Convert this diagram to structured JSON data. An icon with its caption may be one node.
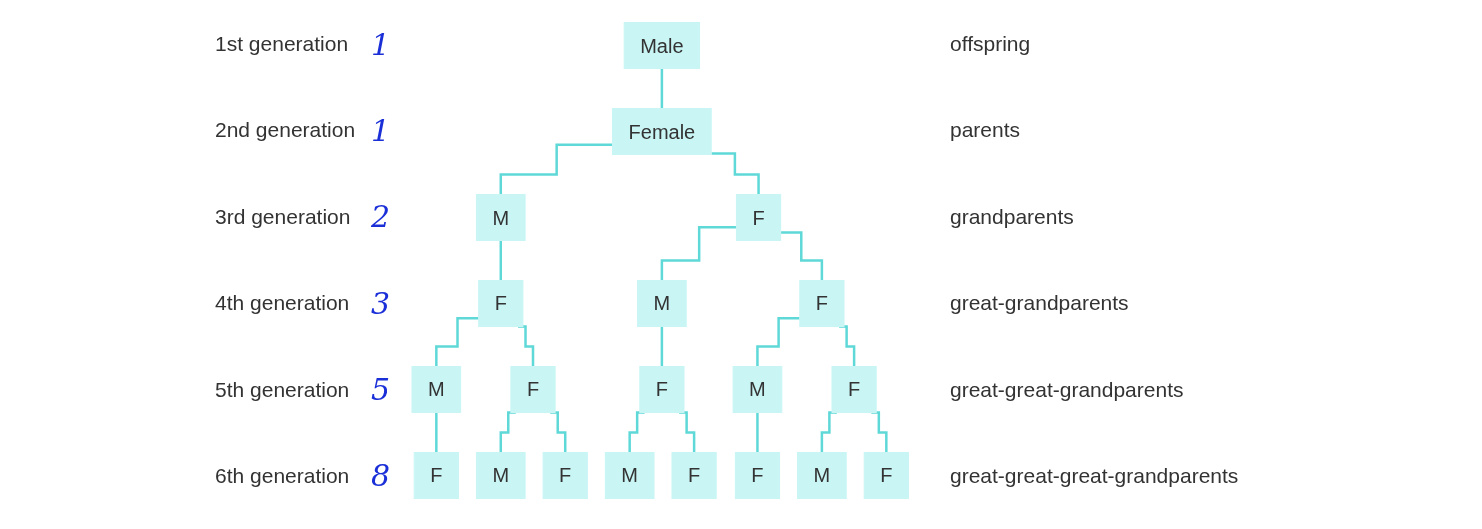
{
  "diagram": {
    "nodes": [
      {
        "text": [
          "Male"
        ]
      },
      {
        "text": [
          "Female"
        ]
      },
      {
        "text": [
          "M"
        ]
      },
      {
        "text": [
          "F"
        ]
      },
      {
        "text": [
          "F"
        ]
      },
      {
        "text": [
          "M"
        ]
      },
      {
        "text": [
          "F"
        ]
      },
      {
        "text": [
          "M"
        ]
      },
      {
        "text": [
          "F"
        ]
      },
      {
        "text": [
          "F"
        ]
      },
      {
        "text": [
          "M"
        ]
      },
      {
        "text": [
          "F"
        ]
      },
      {
        "text": [
          "F"
        ]
      },
      {
        "text": [
          "M"
        ]
      },
      {
        "text": [
          "F"
        ]
      },
      {
        "text": [
          "M"
        ]
      },
      {
        "text": [
          "F"
        ]
      },
      {
        "text": [
          "F"
        ]
      },
      {
        "text": [
          "M"
        ]
      },
      {
        "text": [
          "F"
        ]
      }
    ],
    "edges": [
      {
        "from": 0,
        "to": 1,
        "arrow": "none"
      },
      {
        "from": 1,
        "to": 2,
        "arrow": "none"
      },
      {
        "from": 1,
        "to": 3,
        "arrow": "none"
      },
      {
        "from": 2,
        "to": 4,
        "arrow": "none"
      },
      {
        "from": 3,
        "to": 5,
        "arrow": "none"
      },
      {
        "from": 3,
        "to": 6,
        "arrow": "none"
      },
      {
        "from": 4,
        "to": 7,
        "arrow": "none"
      },
      {
        "from": 4,
        "to": 8,
        "arrow": "none"
      },
      {
        "from": 5,
        "to": 9,
        "arrow": "none"
      },
      {
        "from": 6,
        "to": 10,
        "arrow": "none"
      },
      {
        "from": 6,
        "to": 11,
        "arrow": "none"
      },
      {
        "from": 7,
        "to": 12,
        "arrow": "none"
      },
      {
        "from": 8,
        "to": 13,
        "arrow": "none"
      },
      {
        "from": 8,
        "to": 14,
        "arrow": "none"
      },
      {
        "from": 9,
        "to": 15,
        "arrow": "none"
      },
      {
        "from": 9,
        "to": 16,
        "arrow": "none"
      },
      {
        "from": 10,
        "to": 17,
        "arrow": "none"
      },
      {
        "from": 11,
        "to": 18,
        "arrow": "none"
      },
      {
        "from": 11,
        "to": 19,
        "arrow": "none"
      }
    ],
    "labels": [
      "1st generation",
      "1",
      "offspring",
      "2nd generation",
      "1",
      "parents",
      "3rd generation",
      "2",
      "grandparents",
      "4th generation",
      "3",
      "great-grandparents",
      "5th generation",
      "5",
      "great-great-grandparents",
      "6th generation",
      "8",
      "great-great-great-grandparents"
    ]
  }
}
